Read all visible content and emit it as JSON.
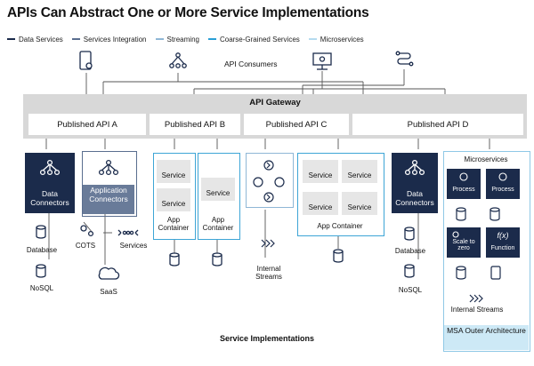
{
  "title": "APIs Can Abstract One or More Service Implementations",
  "legend": [
    {
      "label": "Data Services",
      "color": "#1b2b4b"
    },
    {
      "label": "Services Integration",
      "color": "#5a6e8f"
    },
    {
      "label": "Streaming",
      "color": "#8fb7d6"
    },
    {
      "label": "Coarse-Grained Services",
      "color": "#2a9fd6"
    },
    {
      "label": "Microservices",
      "color": "#b5dbef"
    }
  ],
  "consumers_label": "API Consumers",
  "gateway_label": "API Gateway",
  "apis": [
    "Published API A",
    "Published API B",
    "Published API C",
    "Published API D"
  ],
  "data_connectors_1": "Data Connectors",
  "app_connectors": "Application Connectors",
  "cots": "COTS",
  "services": "Services",
  "saas": "SaaS",
  "database": "Database",
  "nosql": "NoSQL",
  "service": "Service",
  "app_container": "App Container",
  "internal_streams": "Internal Streams",
  "data_connectors_2": "Data Connectors",
  "database_2": "Database",
  "nosql_2": "NoSQL",
  "microservices": "Microservices",
  "process": "Process",
  "scale_to_zero": "Scale to zero",
  "function": "Function",
  "fx": "f(x)",
  "internal_streams_2": "Internal Streams",
  "msa_outer": "MSA Outer Architecture",
  "caption": "Service Implementations"
}
